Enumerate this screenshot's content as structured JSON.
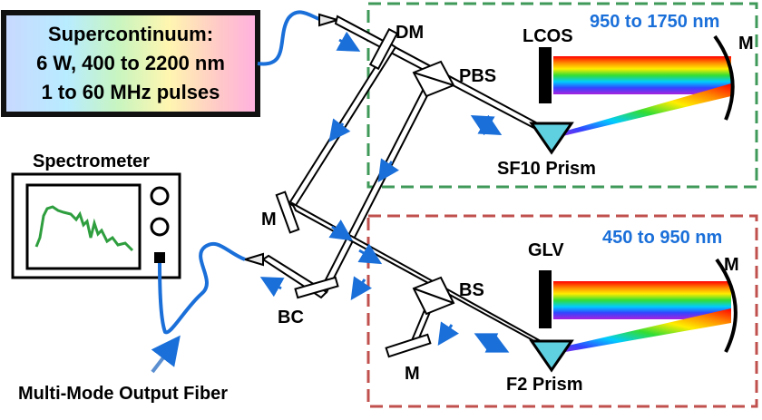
{
  "source_box": {
    "line1": "Supercontinuum:",
    "line2": "6 W, 400 to 2200 nm",
    "line3": "1 to 60 MHz pulses"
  },
  "upper_section": {
    "range_label": "950 to 1750 nm",
    "modulator_label": "LCOS",
    "mirror_label": "M",
    "splitter_label": "PBS",
    "prism_label": "SF10 Prism",
    "box_color": "#3f9a5a"
  },
  "lower_section": {
    "range_label": "450 to 950 nm",
    "modulator_label": "GLV",
    "mirror_label": "M",
    "splitter_label": "BS",
    "prism_label": "F2 Prism",
    "box_color": "#c0504d"
  },
  "middle": {
    "dichroic_label": "DM",
    "fold_mirror_label": "M",
    "combiner_label": "BC",
    "lower_mirror_label": "M"
  },
  "spectrometer": {
    "label": "Spectrometer"
  },
  "output_fiber": {
    "label": "Multi-Mode Output Fiber"
  },
  "colors": {
    "fiber": "#1a6fd9",
    "arrow": "#1a6fd9",
    "prism": "#5fd0e0",
    "spectrum_trace": "#2e9e3e"
  }
}
